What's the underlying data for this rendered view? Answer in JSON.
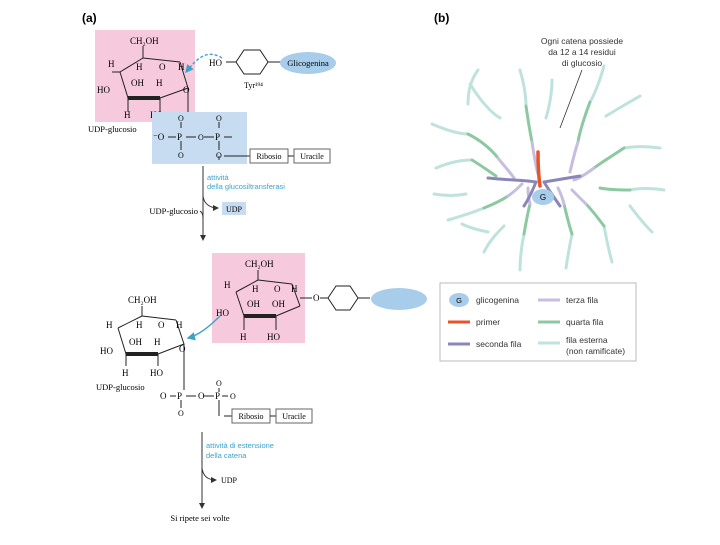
{
  "panel_a": {
    "label": "(a)",
    "top_molecule": {
      "ch2oh": "CH₂OH",
      "h": "H",
      "oh": "OH",
      "ho": "HO",
      "o": "O",
      "ring_ho": "HO",
      "glycogenin": "Glicogenina",
      "tyr": "Tyr¹⁹⁴",
      "udp_label": "UDP-glucosio",
      "o_minus": "⁻O",
      "p": "P",
      "ribose": "Ribosio",
      "uracil": "Uracile"
    },
    "step1": {
      "caption_line1": "attività",
      "caption_line2": "della glucosiltransferasi",
      "udp": "UDP",
      "udp_glucose": "UDP-glucosio"
    },
    "bottom_molecule": {
      "ch2oh": "CH₂OH",
      "udp_label": "UDP-glucosio",
      "ribose": "Ribosio",
      "uracil": "Uracile"
    },
    "step2": {
      "caption_line1": "attività di estensione",
      "caption_line2": "della catena",
      "udp": "UDP",
      "repeat": "Si ripete sei volte"
    }
  },
  "panel_b": {
    "label": "(b)",
    "note_line1": "Ogni catena possiede",
    "note_line2": "da 12 a 14 residui",
    "note_line3": "di glucosio",
    "core_label": "G",
    "legend": {
      "glycogenin": "glicogenina",
      "primer": "primer",
      "second": "seconda fila",
      "third": "terza fila",
      "fourth": "quarta fila",
      "outer_line1": "fila esterna",
      "outer_line2": "(non ramificate)"
    }
  },
  "colors": {
    "pink_box": "#f6c9dc",
    "blue_box": "#c7dcf1",
    "cyan_text": "#3aa3c9",
    "primer": "#e8542a",
    "second": "#8b86b8",
    "third": "#c7bde0",
    "fourth": "#8cc9a0",
    "outer": "#bfe2dc",
    "glyco_fill": "#a8cdeb"
  }
}
